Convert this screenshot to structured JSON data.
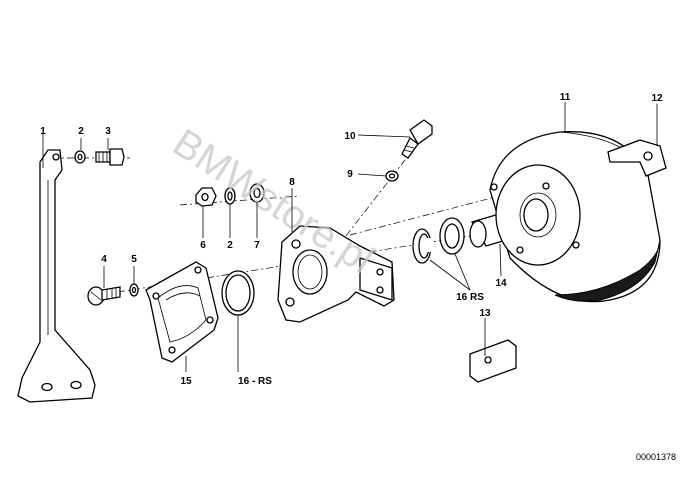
{
  "diagram": {
    "watermark": "BMWstore.pl",
    "reference": "00001378",
    "callouts": [
      "1",
      "2",
      "3",
      "4",
      "5",
      "6",
      "2",
      "7",
      "8",
      "9",
      "10",
      "11",
      "12",
      "13",
      "14",
      "15",
      "16 - RS",
      "16 RS"
    ]
  }
}
